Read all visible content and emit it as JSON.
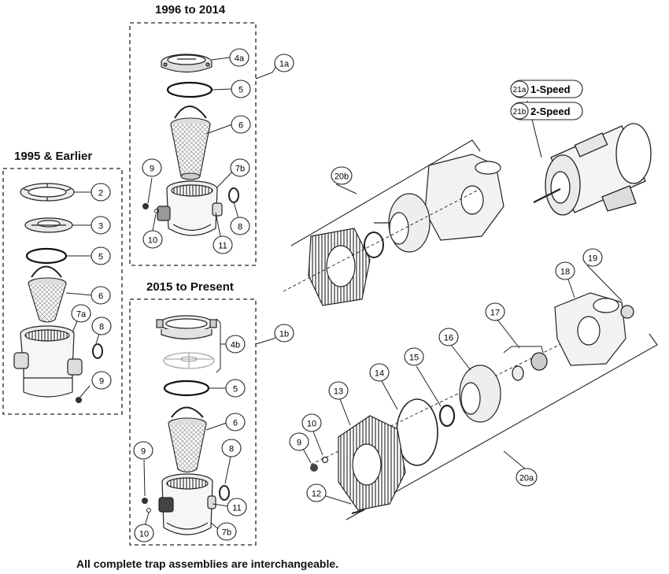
{
  "headings": {
    "era_1996_2014": "1996 to 2014",
    "era_1995_earlier": "1995 & Earlier",
    "era_2015_present": "2015 to Present"
  },
  "footer_note": "All complete trap assemblies are interchangeable.",
  "callouts": {
    "c1a": "1a",
    "c1b": "1b",
    "c2": "2",
    "c3": "3",
    "c4a": "4a",
    "c4b": "4b",
    "c5": "5",
    "c6": "6",
    "c7a": "7a",
    "c7b": "7b",
    "c8": "8",
    "c9": "9",
    "c10": "10",
    "c11": "11",
    "c12": "12",
    "c13": "13",
    "c14": "14",
    "c15": "15",
    "c16": "16",
    "c17": "17",
    "c18": "18",
    "c19": "19",
    "c20a": "20a",
    "c20b": "20b",
    "c21a": "21a",
    "c21b": "21b"
  },
  "motor_options": {
    "speed1": "1-Speed",
    "speed2": "2-Speed"
  }
}
